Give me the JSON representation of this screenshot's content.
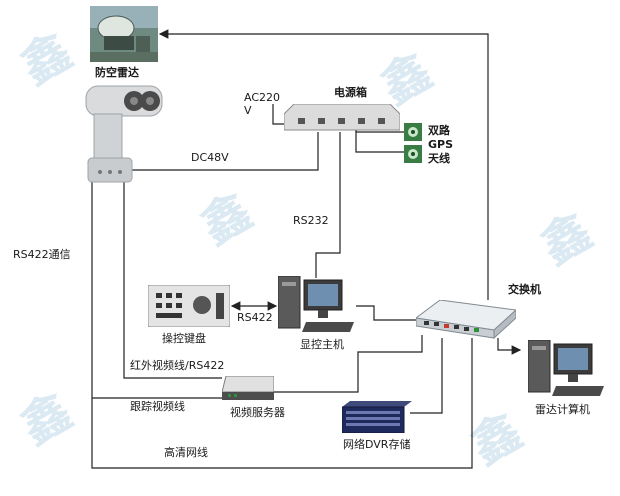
{
  "nodes": {
    "radar": "防空雷达",
    "power_box": "电源箱",
    "ac_input": "AC220\nV",
    "gps_antenna": "双路\nGPS\n天线",
    "switch": "交换机",
    "keyboard": "操控键盘",
    "display_host": "显控主机",
    "video_server": "视频服务器",
    "dvr": "网络DVR存储",
    "radar_pc": "雷达计算机"
  },
  "links": {
    "dc48v": "DC48V",
    "rs232": "RS232",
    "rs422_comm": "RS422通信",
    "rs422": "RS422",
    "ir_video": "红外视频线/RS422",
    "track_video": "跟踪视频线",
    "hd_net": "高清网线"
  },
  "colors": {
    "wire": "#222222",
    "led_green": "#2f8f3a",
    "led_red": "#c43a2e"
  }
}
